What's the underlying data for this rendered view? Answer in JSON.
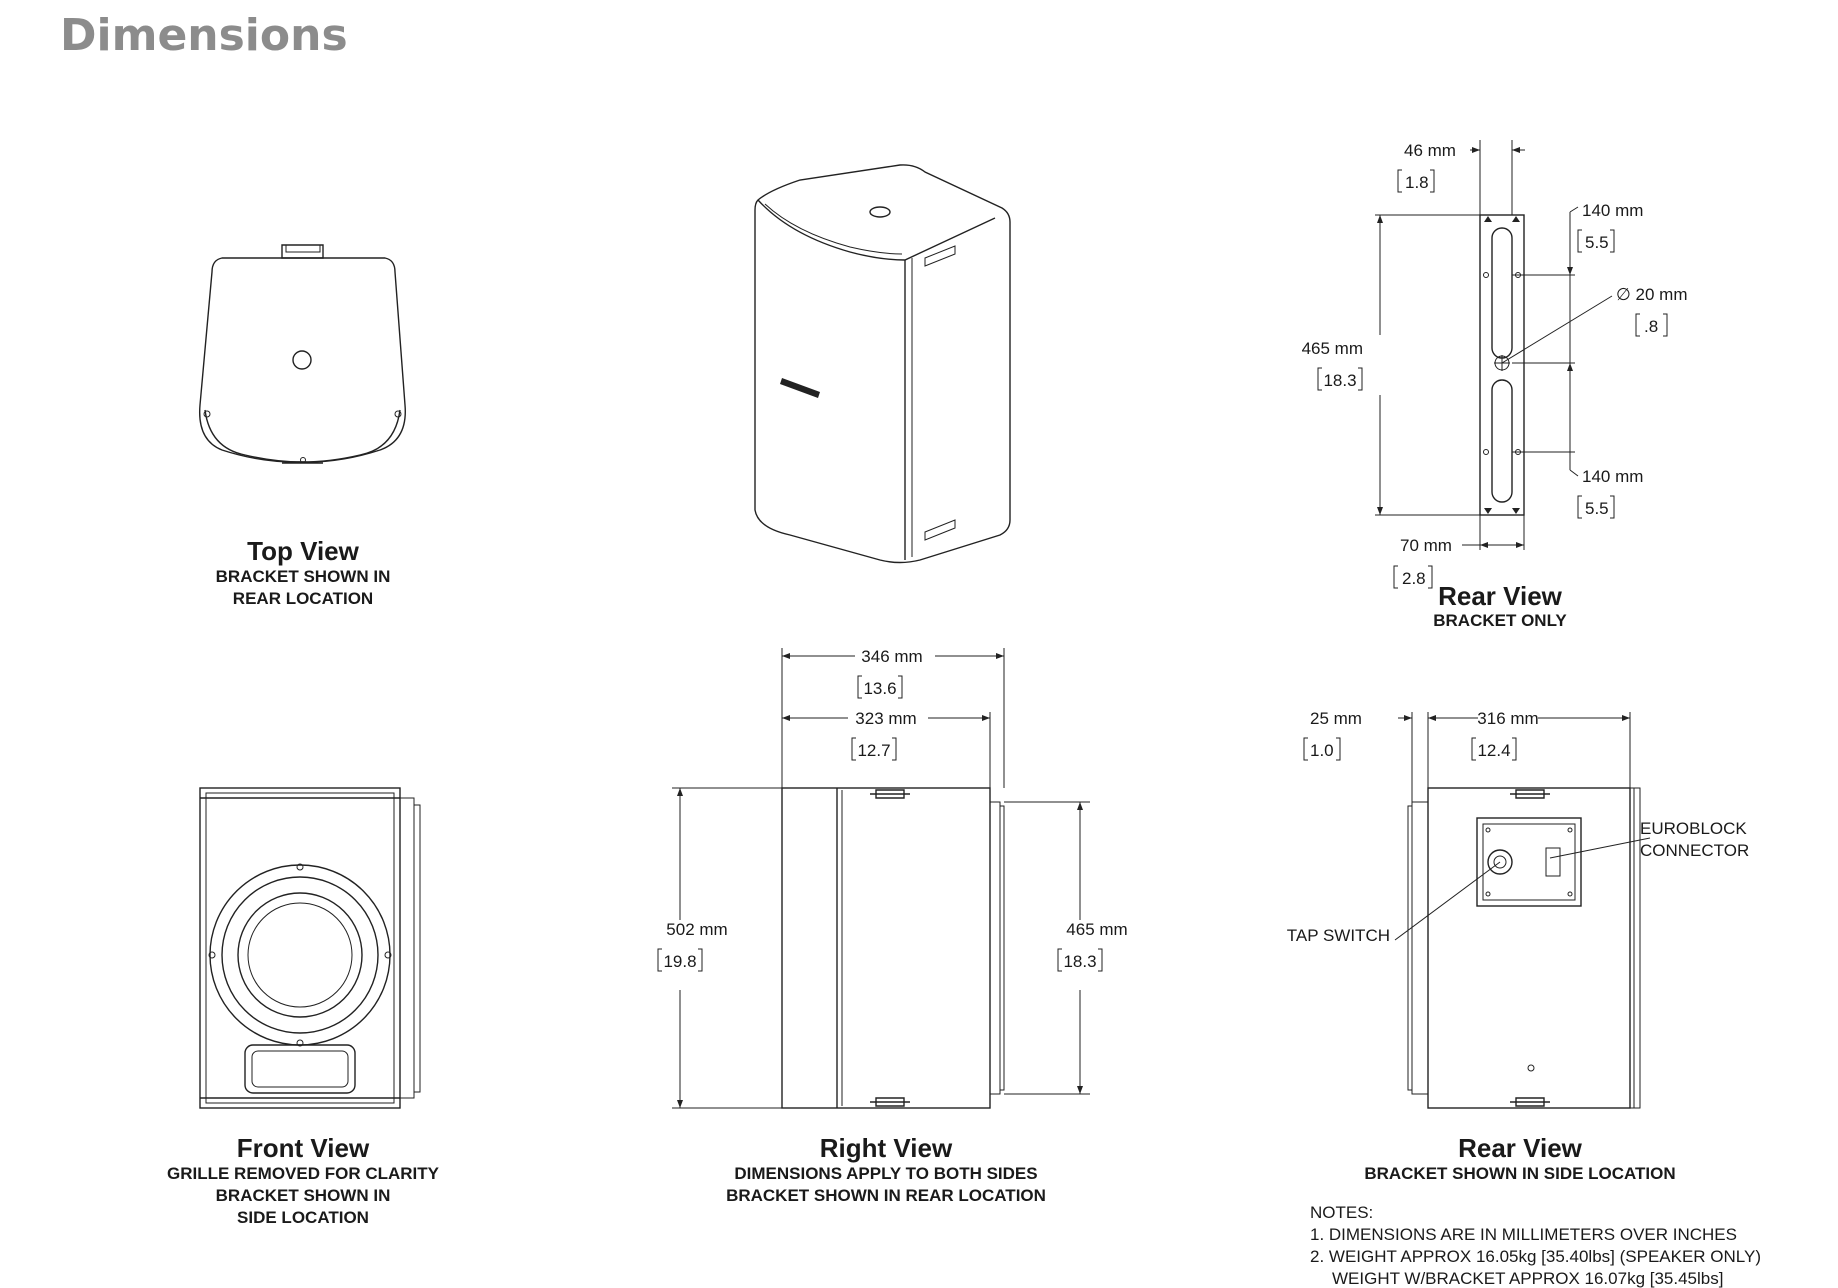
{
  "page": {
    "title": "Dimensions"
  },
  "views": {
    "top": {
      "title": "Top View",
      "sub1": "BRACKET SHOWN IN",
      "sub2": "REAR LOCATION"
    },
    "rear_bracket": {
      "title": "Rear View",
      "sub1": "BRACKET ONLY",
      "dims": {
        "width_top_mm": "46 mm",
        "width_top_in": "1.8",
        "slot_top_mm": "140 mm",
        "slot_top_in": "5.5",
        "hole_mm": "∅ 20 mm",
        "hole_in": ".8",
        "height_mm": "465 mm",
        "height_in": "18.3",
        "slot_bottom_mm": "140 mm",
        "slot_bottom_in": "5.5",
        "width_bottom_mm": "70 mm",
        "width_bottom_in": "2.8"
      }
    },
    "front": {
      "title": "Front View",
      "sub1": "GRILLE REMOVED FOR CLARITY",
      "sub2": "BRACKET SHOWN IN",
      "sub3": "SIDE LOCATION"
    },
    "right": {
      "title": "Right View",
      "sub1": "DIMENSIONS APPLY TO BOTH SIDES",
      "sub2": "BRACKET SHOWN IN REAR LOCATION",
      "dims": {
        "depth_total_mm": "346 mm",
        "depth_total_in": "13.6",
        "depth_mm": "323 mm",
        "depth_in": "12.7",
        "height_mm": "502 mm",
        "height_in": "19.8",
        "bracket_height_mm": "465 mm",
        "bracket_height_in": "18.3"
      }
    },
    "rear": {
      "title": "Rear View",
      "sub1": "BRACKET SHOWN IN SIDE LOCATION",
      "dims": {
        "offset_mm": "25 mm",
        "offset_in": "1.0",
        "width_mm": "316 mm",
        "width_in": "12.4"
      },
      "callouts": {
        "euroblock1": "EUROBLOCK",
        "euroblock2": "CONNECTOR",
        "tap_switch": "TAP SWITCH"
      }
    }
  },
  "notes": {
    "heading": "NOTES:",
    "line1": "1. DIMENSIONS ARE IN MILLIMETERS OVER INCHES",
    "line2": "2. WEIGHT APPROX 16.05kg [35.40lbs] (SPEAKER ONLY)",
    "line3": "WEIGHT W/BRACKET APPROX 16.07kg [35.45lbs]"
  }
}
